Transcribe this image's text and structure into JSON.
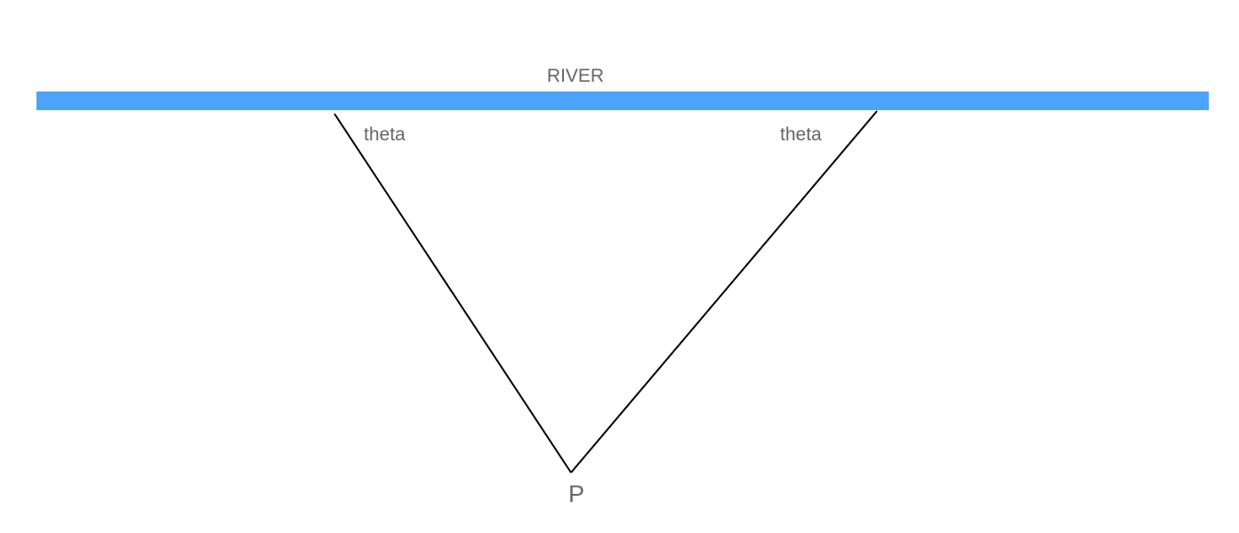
{
  "diagram": {
    "river_label": "RIVER",
    "left_angle_label": "theta",
    "right_angle_label": "theta",
    "point_label": "P",
    "colors": {
      "river": "#4ba3fa",
      "lines": "#000000",
      "text": "#666666"
    }
  }
}
